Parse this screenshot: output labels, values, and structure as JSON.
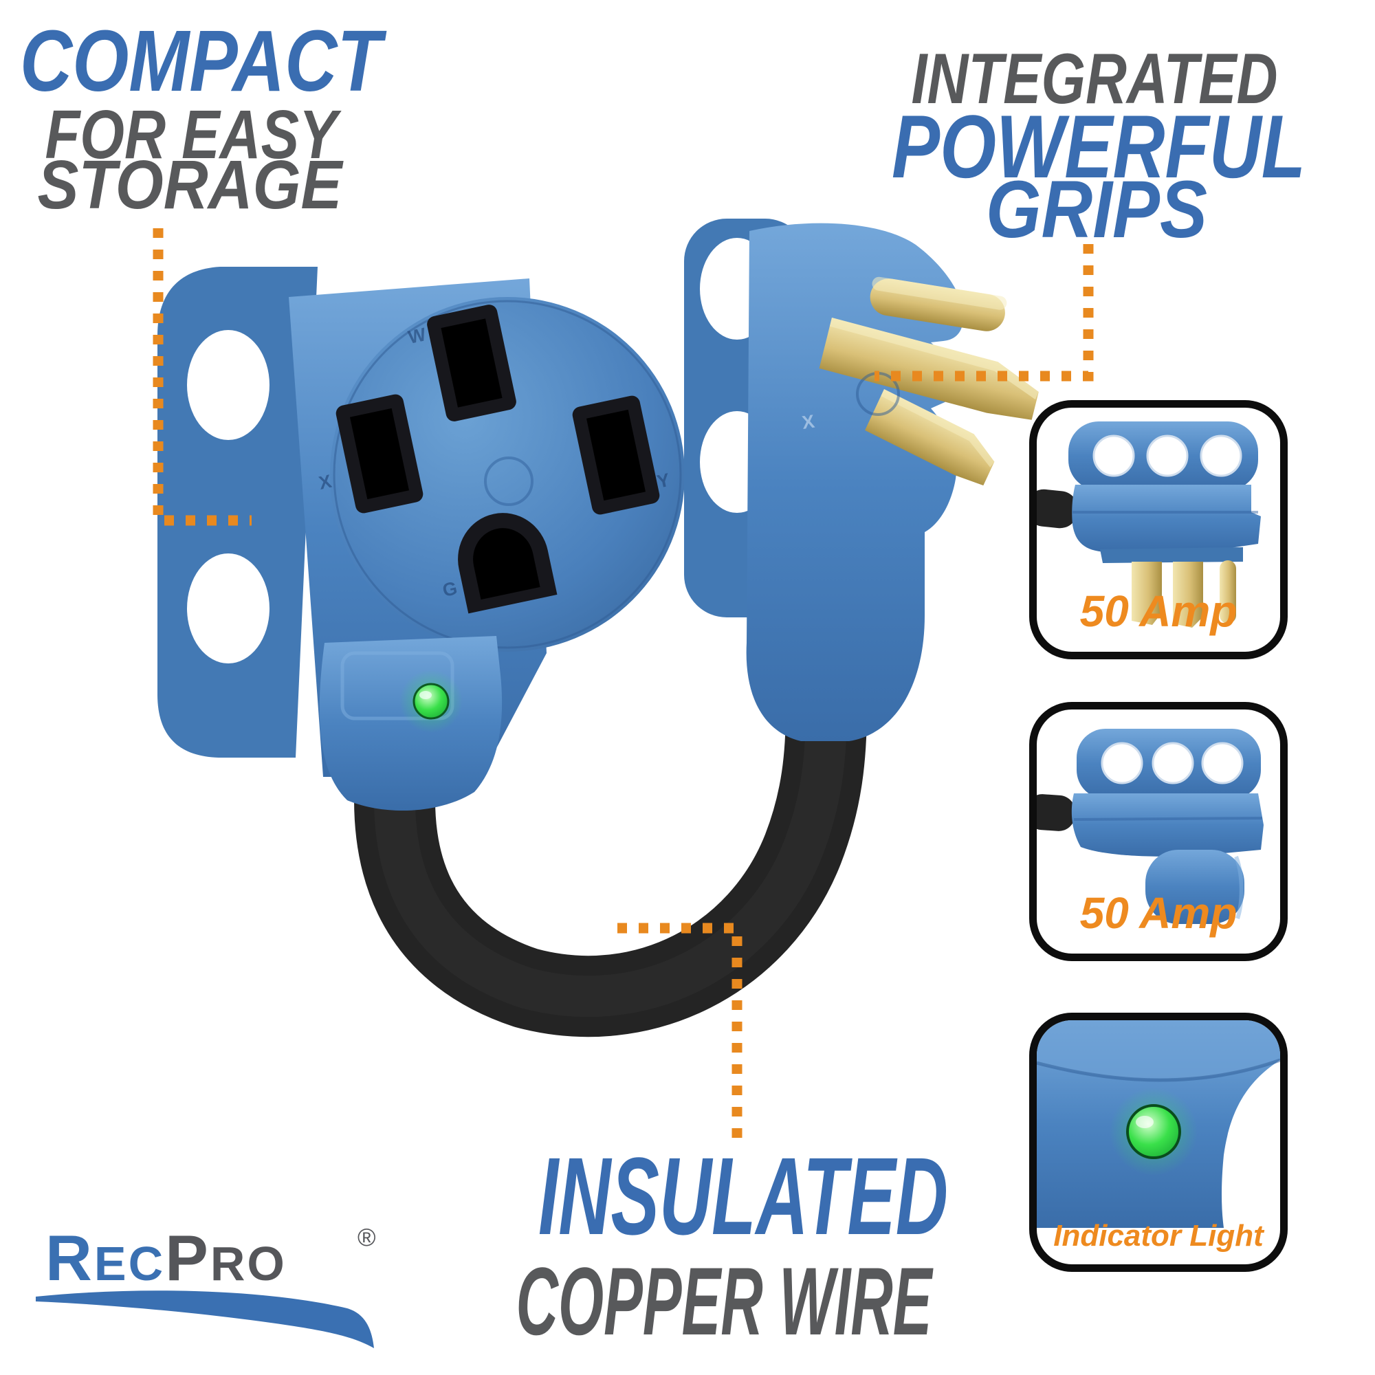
{
  "callouts": {
    "compact": {
      "line1": "COMPACT",
      "line2": "FOR EASY",
      "line3": "STORAGE"
    },
    "grips": {
      "line1": "INTEGRATED",
      "line2": "POWERFUL",
      "line3": "GRIPS"
    },
    "insulated": {
      "line1": "INSULATED",
      "line2": "COPPER WIRE"
    }
  },
  "insets": [
    {
      "caption": "50 Amp"
    },
    {
      "caption": "50 Amp"
    },
    {
      "caption": "Indicator Light"
    }
  ],
  "logo": {
    "part1_initial": "R",
    "part1_rest": "EC",
    "part2_initial": "P",
    "part2_rest": "RO",
    "registered": "®"
  },
  "product": {
    "receptacle_slot_labels": {
      "top": "W",
      "left": "X",
      "right": "Y",
      "bottom": "G"
    },
    "plug_molded_label": "X"
  },
  "colors": {
    "headline_blue": "#3a6db1",
    "headline_gray": "#58595b",
    "callout_orange": "#e8891f",
    "product_blue": "#4d85c2",
    "cable_black": "#242424",
    "prong_gold": "#d6bd72",
    "led_green": "#35e23c",
    "inset_border": "#0d0d0d",
    "logo_blue": "#3a70b2",
    "logo_gray": "#55565a"
  }
}
